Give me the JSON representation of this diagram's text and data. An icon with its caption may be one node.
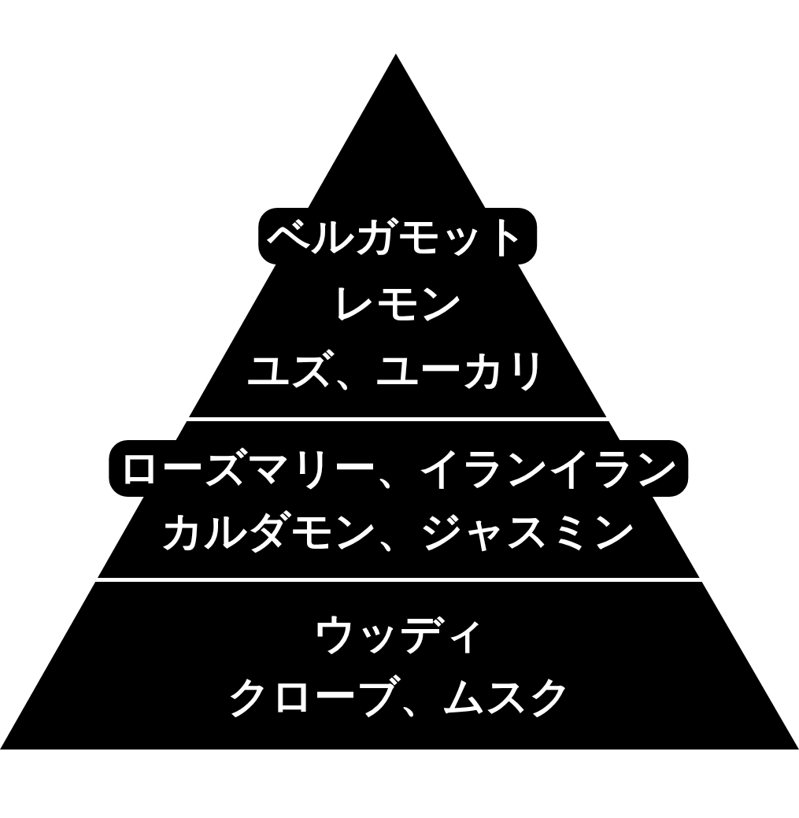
{
  "diagram": {
    "nodes": [
      {
        "text": [
          "ベルガモット",
          "レモン",
          "ユズ、ユーカリ"
        ]
      },
      {
        "text": [
          "ローズマリー、イランイラン",
          "カルダモン、ジャスミン"
        ]
      },
      {
        "text": [
          "ウッディ",
          "クローブ、ムスク"
        ]
      }
    ]
  }
}
